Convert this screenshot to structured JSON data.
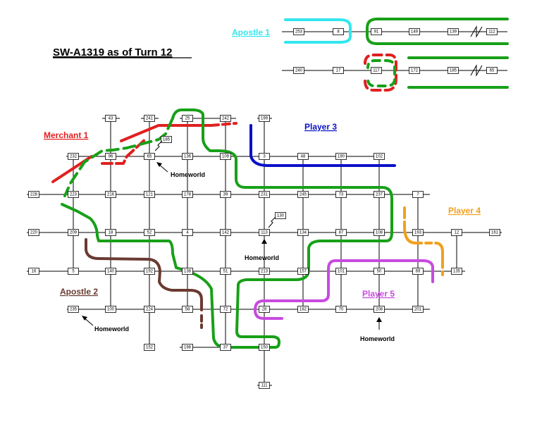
{
  "title": "SW-A1319 as of Turn 12",
  "colors": {
    "apostle1": "#33e6ee",
    "merchant1": "#e02020",
    "player3": "#0a10c8",
    "player4": "#f0a020",
    "player5": "#c84ae0",
    "apostle2": "#6a3a30",
    "green": "#18a018",
    "dashed_red": "#e02020"
  },
  "players": {
    "apostle1": "Apostle 1",
    "merchant1": "Merchant 1",
    "player3": "Player 3",
    "player4": "Player 4",
    "player5": "Player 5",
    "apostle2": "Apostle 2"
  },
  "homeworld_label": "Homeworld",
  "nodes": {
    "n43": "43",
    "n241": "241",
    "n25": "25",
    "n242": "242",
    "n199": "199",
    "n232": "232",
    "n96": "96",
    "n65": "65",
    "n136": "136",
    "n109": "109",
    "n3": "3",
    "n48": "48",
    "n190": "190",
    "n102": "102",
    "n228": "228",
    "n223": "223",
    "n216": "216",
    "n121": "121",
    "n178": "178",
    "n39": "39",
    "n231": "231",
    "n245": "245",
    "n73": "73",
    "n237": "237",
    "n7": "7",
    "n220": "220",
    "n209": "209",
    "n18": "18",
    "n52": "52",
    "n4": "4",
    "n142": "142",
    "n113": "113",
    "n134": "134",
    "n87": "87",
    "n108": "108",
    "n193": "193",
    "n12": "12",
    "n161": "161",
    "n16": "16",
    "n5": "5",
    "n140": "140",
    "n192": "192",
    "n138": "138",
    "n51": "51",
    "n213": "213",
    "n157": "157",
    "n101": "101",
    "n50": "50",
    "n69": "69",
    "n135": "135",
    "n235": "235",
    "n100": "100",
    "n224": "224",
    "n58": "58",
    "n72": "72",
    "n28": "28",
    "n182": "182",
    "n70": "70",
    "n208": "208",
    "n201": "201",
    "n152": "152",
    "n198": "198",
    "n37": "37",
    "n150": "150",
    "n111": "111",
    "n185": "185",
    "n130": "130",
    "i253": "253",
    "i8": "8",
    "i91": "91",
    "i149": "149",
    "i139": "139",
    "i112": "112",
    "i240": "240",
    "i17": "17",
    "i117": "117",
    "i172": "172",
    "i185": "185",
    "i65": "65"
  }
}
